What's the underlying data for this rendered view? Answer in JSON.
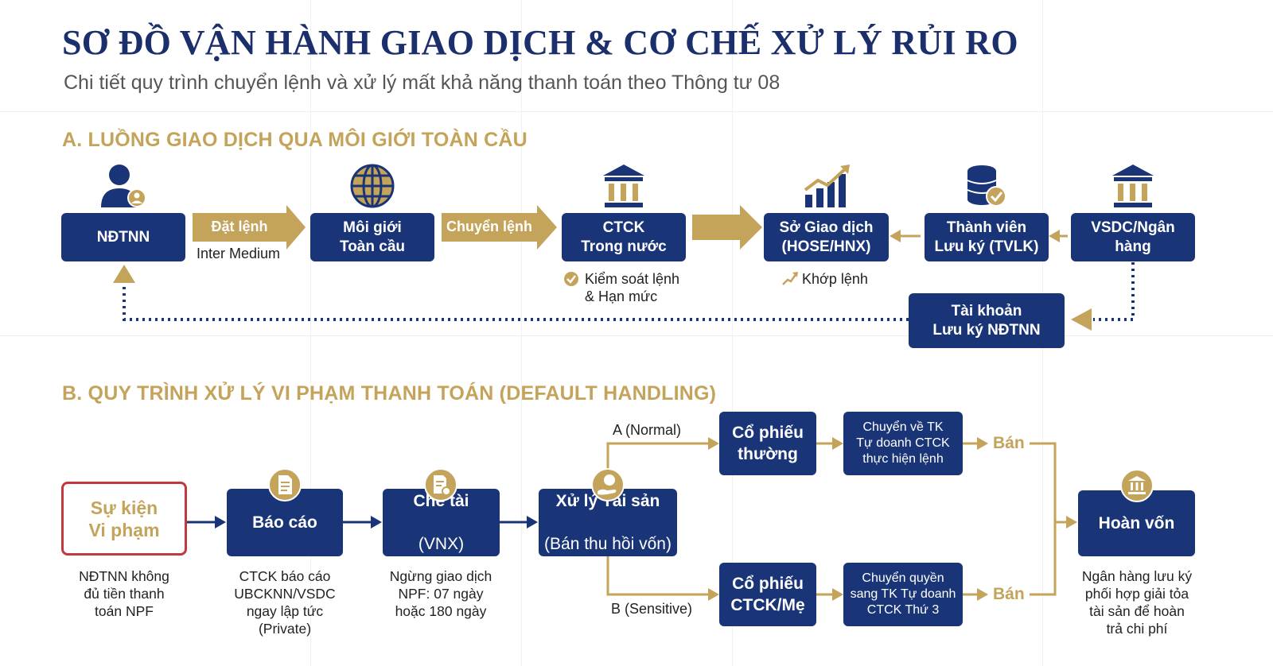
{
  "header": {
    "title": "SƠ ĐỒ VẬN HÀNH GIAO DỊCH & CƠ CHẾ XỬ LÝ RỦI RO",
    "subtitle": "Chi tiết quy trình chuyển lệnh và xử lý mất khả năng thanh toán theo Thông tư 08"
  },
  "section_a": {
    "heading": "A. LUỒNG GIAO DỊCH QUA MÔI GIỚI TOÀN CẦU",
    "nodes": {
      "ndtnn": "NĐTNN",
      "global_broker": "Môi giới\nToàn cầu",
      "ctck": "CTCK\nTrong nước",
      "exchange": "Sở Giao dịch\n(HOSE/HNX)",
      "tvlk": "Thành viên\nLưu ký (TVLK)",
      "vsdc": "VSDC/Ngân\nhàng",
      "custody_account": "Tài khoản\nLưu ký NĐTNN"
    },
    "arrows": {
      "place_order": "Đặt lệnh",
      "place_order_note": "Inter Medium",
      "transfer_order": "Chuyển lệnh"
    },
    "notes": {
      "order_control": "Kiểm soát lệnh\n& Hạn mức",
      "matching": "Khớp lệnh"
    },
    "icons": [
      "user-icon",
      "globe-icon",
      "bank-icon",
      "growth-chart-icon",
      "database-check-icon",
      "bank-icon"
    ]
  },
  "section_b": {
    "heading": "B. QUY TRÌNH XỬ LÝ VI PHẠM THANH TOÁN (DEFAULT HANDLING)",
    "nodes": {
      "violation": "Sự kiện\nVi phạm",
      "report": "Báo cáo",
      "sanction_title": "Chế tài",
      "sanction_sub": "(VNX)",
      "asset_title": "Xử lý Tài sản",
      "asset_sub": "(Bán thu hồi vốn)",
      "normal_stock": "Cổ phiếu\nthường",
      "parent_stock": "Cổ phiếu\nCTCK/Mẹ",
      "to_prop": "Chuyển về TK\nTự doanh CTCK\nthực hiện lệnh",
      "to_third": "Chuyển quyền\nsang TK Tự doanh\nCTCK Thứ 3",
      "recover": "Hoàn vốn"
    },
    "captions": {
      "violation": "NĐTNN không\nđủ tiền thanh\ntoán NPF",
      "report": "CTCK báo cáo\nUBCKNN/VSDC\nngay lập tức\n(Private)",
      "sanction": "Ngừng giao dịch\nNPF: 07 ngày\nhoặc 180 ngày",
      "recover": "Ngân hàng lưu ký\nphối hợp giải tỏa\ntài sản để hoàn\ntrả chi phí"
    },
    "branches": {
      "normal": "A (Normal)",
      "sensitive": "B (Sensitive)",
      "sell": "Bán"
    },
    "icons": [
      "document-icon",
      "document-gear-icon",
      "coin-hand-icon",
      "bank-icon"
    ]
  },
  "colors": {
    "navy": "#1a3577",
    "title_navy": "#1a2f6b",
    "gold": "#c4a35a",
    "violation_red": "#c2393d"
  }
}
